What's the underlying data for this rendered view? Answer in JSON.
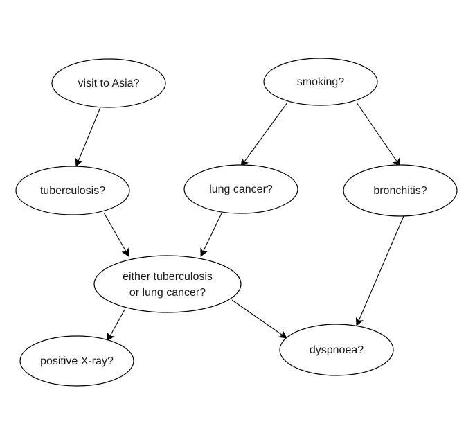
{
  "nodes": {
    "visit_to_asia": "visit to Asia?",
    "smoking": "smoking?",
    "tuberculosis": "tuberculosis?",
    "lung_cancer": "lung cancer?",
    "bronchitis": "bronchitis?",
    "either_line1": "either tuberculosis",
    "either_line2": "or lung cancer?",
    "positive_xray": "positive X-ray?",
    "dyspnoea": "dyspnoea?"
  },
  "edges": [
    {
      "from": "visit_to_asia",
      "to": "tuberculosis"
    },
    {
      "from": "smoking",
      "to": "lung_cancer"
    },
    {
      "from": "smoking",
      "to": "bronchitis"
    },
    {
      "from": "tuberculosis",
      "to": "either"
    },
    {
      "from": "lung_cancer",
      "to": "either"
    },
    {
      "from": "either",
      "to": "positive_xray"
    },
    {
      "from": "either",
      "to": "dyspnoea"
    },
    {
      "from": "bronchitis",
      "to": "dyspnoea"
    }
  ]
}
